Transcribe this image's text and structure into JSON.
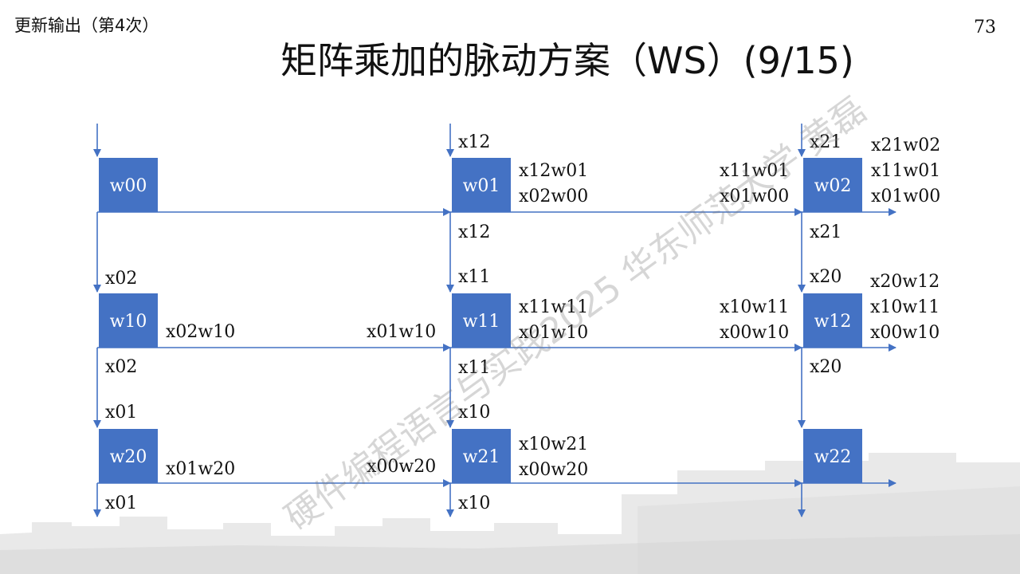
{
  "header": {
    "corner_note": "更新输出（第4次）",
    "page_number": "73",
    "title": "矩阵乘加的脉动方案（WS）(9/15)"
  },
  "watermark": "硬件编程语言与实践2025 华东师范大学 黄磊",
  "colors": {
    "pe_fill": "#4472C4",
    "arrow": "#4472C4",
    "pe_text": "#FFFFFF"
  },
  "diagram": {
    "nodes": [
      {
        "id": "w00",
        "label": "w00"
      },
      {
        "id": "w01",
        "label": "w01"
      },
      {
        "id": "w02",
        "label": "w02"
      },
      {
        "id": "w10",
        "label": "w10"
      },
      {
        "id": "w11",
        "label": "w11"
      },
      {
        "id": "w12",
        "label": "w12"
      },
      {
        "id": "w20",
        "label": "w20"
      },
      {
        "id": "w21",
        "label": "w21"
      },
      {
        "id": "w22",
        "label": "w22"
      }
    ],
    "labels": [
      "x12",
      "x12w01",
      "x02w00",
      "x11w01",
      "x01w00",
      "x21",
      "x21w02",
      "x11w01",
      "x01w00",
      "x12",
      "x21",
      "x02",
      "x11",
      "x20",
      "x20w12",
      "x02w10",
      "x01w10",
      "x11w11",
      "x01w10",
      "x10w11",
      "x00w10",
      "x10w11",
      "x00w10",
      "x02",
      "x11",
      "x20",
      "x01",
      "x10",
      "x01w20",
      "x00w20",
      "x10w21",
      "x00w20",
      "x01",
      "x10"
    ]
  }
}
